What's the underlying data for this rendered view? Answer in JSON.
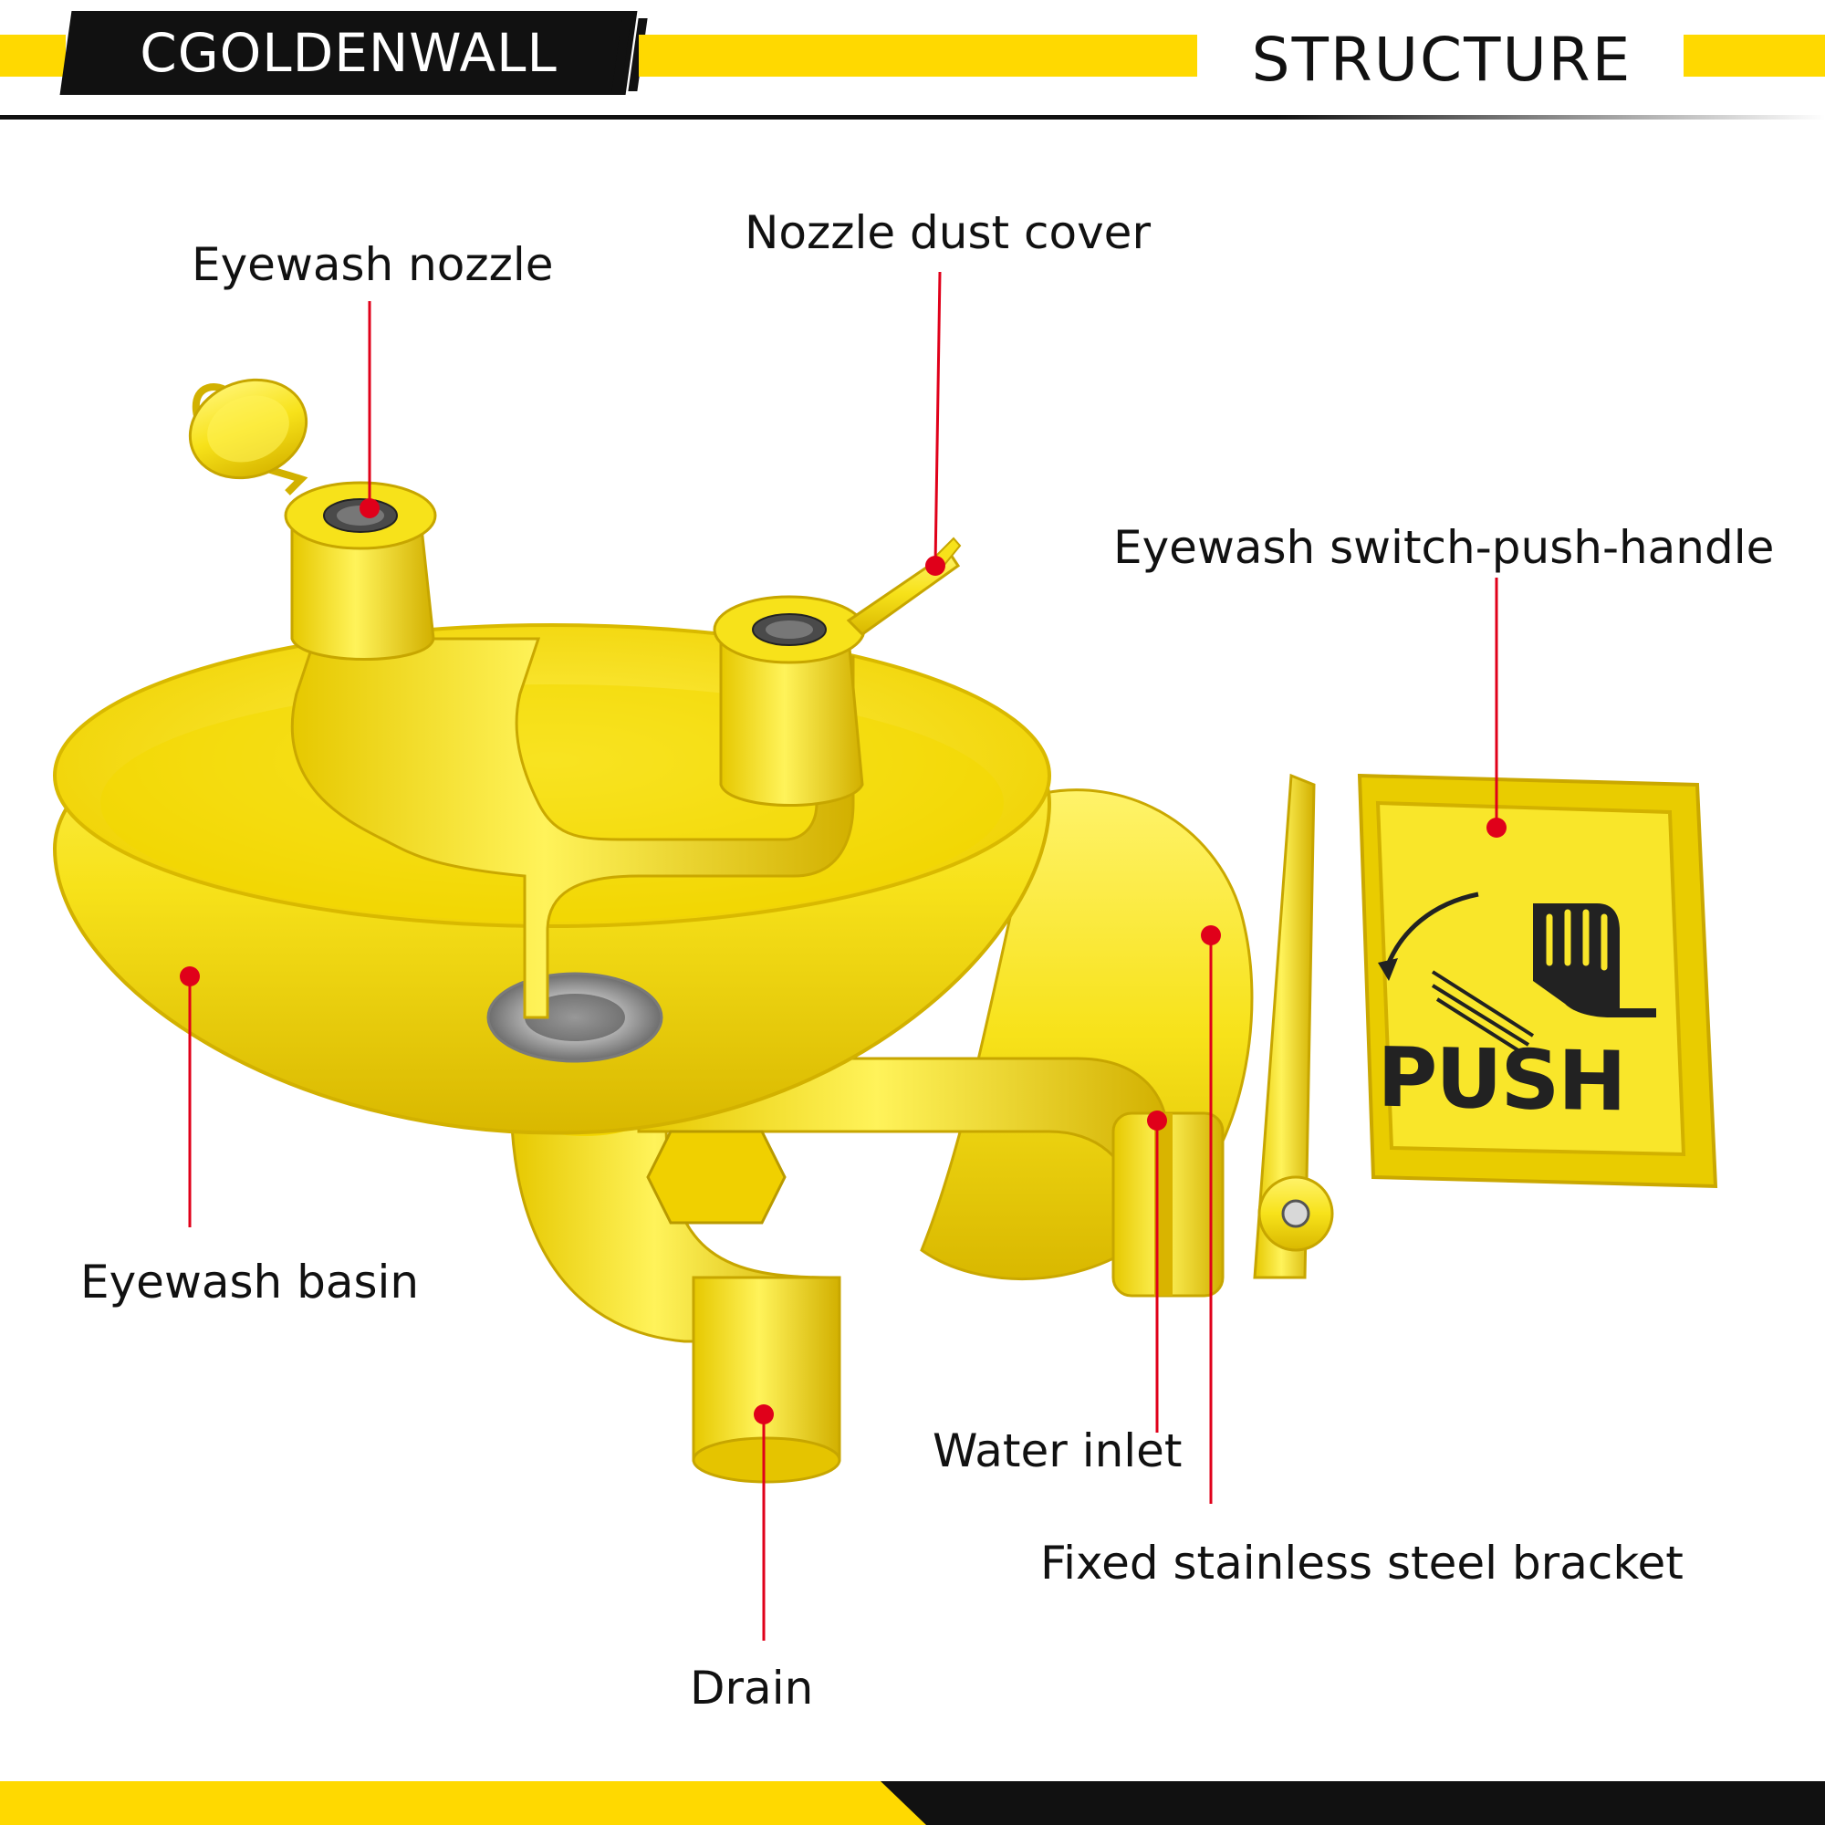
{
  "header": {
    "brand": "CGOLDENWALL",
    "title": "STRUCTURE"
  },
  "labels": {
    "eyewash_nozzle": "Eyewash nozzle",
    "nozzle_dust_cover": "Nozzle dust cover",
    "push_handle": "Eyewash switch-push-handle",
    "eyewash_basin": "Eyewash basin",
    "water_inlet": "Water inlet",
    "bracket": "Fixed stainless steel bracket",
    "drain": "Drain"
  },
  "sign": {
    "text": "PUSH"
  },
  "colors": {
    "accent_yellow": "#ffd900",
    "product_yellow": "#f7e21a",
    "leader_red": "#e0001a",
    "dark": "#111111"
  }
}
